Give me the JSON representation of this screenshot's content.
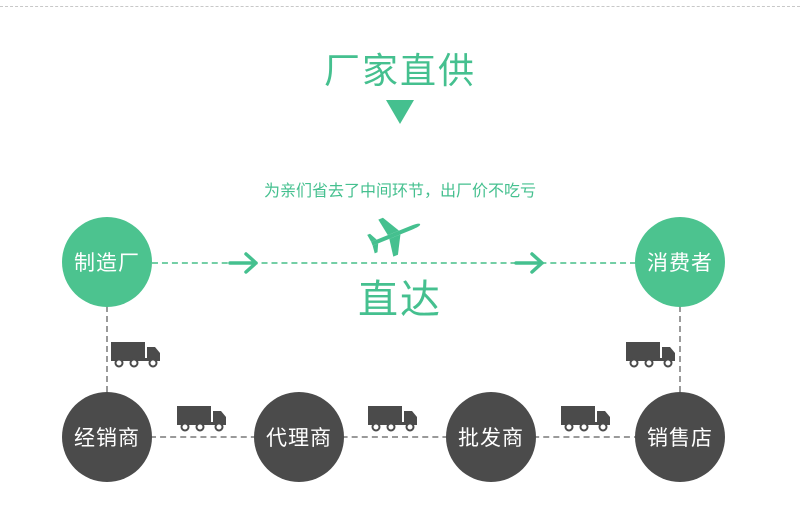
{
  "title": "厂家直供",
  "subtitle": "为亲们省去了中间环节，出厂价不吃亏",
  "direct_label": "直达",
  "nodes": {
    "manufacturer": "制造厂",
    "consumer": "消费者",
    "distributor": "经销商",
    "agent": "代理商",
    "wholesaler": "批发商",
    "retailer": "销售店"
  },
  "colors": {
    "accent": "#45c08f",
    "node_green": "#4cc38f",
    "node_dark": "#4b4b4b",
    "truck": "#4b4b4b"
  }
}
